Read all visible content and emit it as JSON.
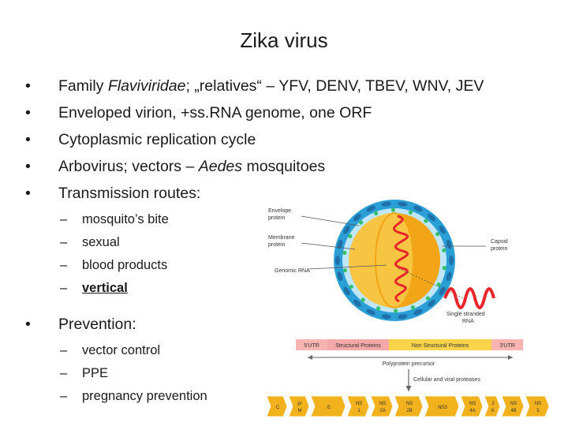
{
  "slide": {
    "title": "Zika virus",
    "bullets": [
      {
        "parts": [
          "Family ",
          "Flaviviridae",
          "; „relatives“ – YFV, DENV, TBEV, WNV, JEV"
        ]
      },
      {
        "text": "Enveloped virion, +ss.RNA genome, one ORF"
      },
      {
        "text": "Cytoplasmic replication cycle"
      },
      {
        "parts": [
          "Arbovirus; vectors – ",
          "Aedes",
          " mosquitoes"
        ]
      },
      {
        "text": "Transmission routes:"
      }
    ],
    "transmission_routes": [
      "mosquito’s bite",
      "sexual",
      "blood products",
      "vertical"
    ],
    "prevention_label": "Prevention:",
    "prevention_items": [
      "vector control",
      "PPE",
      "pregnancy prevention"
    ],
    "bullet_symbol": "•",
    "dash_symbol": "–"
  },
  "figure": {
    "labels": {
      "envelope_protein": [
        "Envelope",
        "protein"
      ],
      "membrane_protein": [
        "Membrane",
        "protein"
      ],
      "genomic_rna": "Genomic RNA",
      "capsid_protein": [
        "Capsid",
        "protein"
      ],
      "single_stranded_rna": [
        "Single stranded",
        "RNA"
      ],
      "polyprotein_precursor": "Polyprotein precursor",
      "cellular_viral_proteases": "Cellular and viral proteases"
    },
    "genome_bar": [
      "5'UTR",
      "Structural Proteins",
      "Non Structural Proteins",
      "3'UTR"
    ],
    "protein_segments": [
      {
        "top": "",
        "bottom": "C"
      },
      {
        "top": "pr",
        "bottom": "M"
      },
      {
        "top": "",
        "bottom": "E"
      },
      {
        "top": "NS",
        "bottom": "1"
      },
      {
        "top": "NS",
        "bottom": "2A"
      },
      {
        "top": "NS",
        "bottom": "2B"
      },
      {
        "top": "",
        "bottom": "NS3"
      },
      {
        "top": "NS",
        "bottom": "4A"
      },
      {
        "top": "2",
        "bottom": "K"
      },
      {
        "top": "NS",
        "bottom": "4B"
      },
      {
        "top": "NS",
        "bottom": "5"
      }
    ],
    "colors": {
      "outer_membrane": "#2a9fd6",
      "capsid": "#f2a516",
      "rna": "#e8262b",
      "envelope_protein": "#1f6fa8",
      "membrane_dots": "#36c06b",
      "utr": "#f7b4b0",
      "structural": "#f4a8a8",
      "nonstructural": "#f9d34a",
      "segment": "#f2b21e"
    }
  }
}
